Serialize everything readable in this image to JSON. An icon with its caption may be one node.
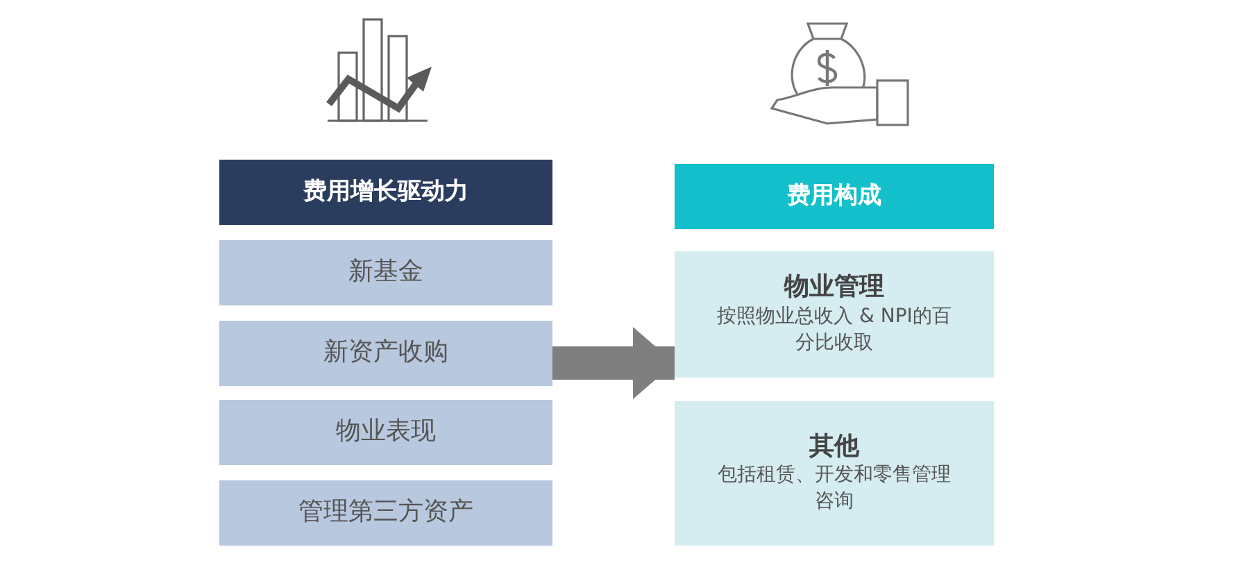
{
  "diagram": {
    "nodes": [
      {
        "text": [
          "费用增长驱动力"
        ]
      },
      {
        "text": [
          "新基金"
        ]
      },
      {
        "text": [
          "新资产收购"
        ]
      },
      {
        "text": [
          "物业表现"
        ]
      },
      {
        "text": [
          "管理第三方资产"
        ]
      },
      {
        "text": [
          "费用构成"
        ]
      },
      {
        "text": [
          "物业管理",
          "按照物业总收入 & NPI的百分比收取"
        ]
      },
      {
        "text": [
          "其他",
          "包括租赁、开发和零售管理咨询"
        ]
      }
    ],
    "edges": [
      {
        "from": 2,
        "to": 6,
        "arrow": "to"
      }
    ]
  }
}
